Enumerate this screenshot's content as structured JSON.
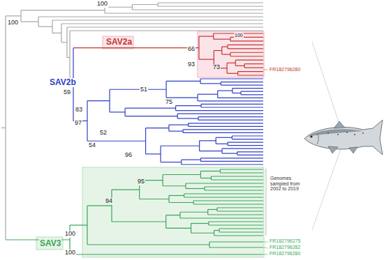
{
  "diagram": {
    "labels": [
      "100",
      "100",
      "SAV2a",
      "100",
      "66",
      "93",
      "73",
      "FR182796280",
      "59",
      "83",
      "SAV2b",
      "97",
      "54",
      "51",
      "75",
      "52",
      "96",
      "Genomes sampled from 2002 to 2019",
      "95",
      "94",
      "100",
      "SAV3",
      "100",
      "FR182796275",
      "FR182796282",
      "FR182796280"
    ]
  }
}
